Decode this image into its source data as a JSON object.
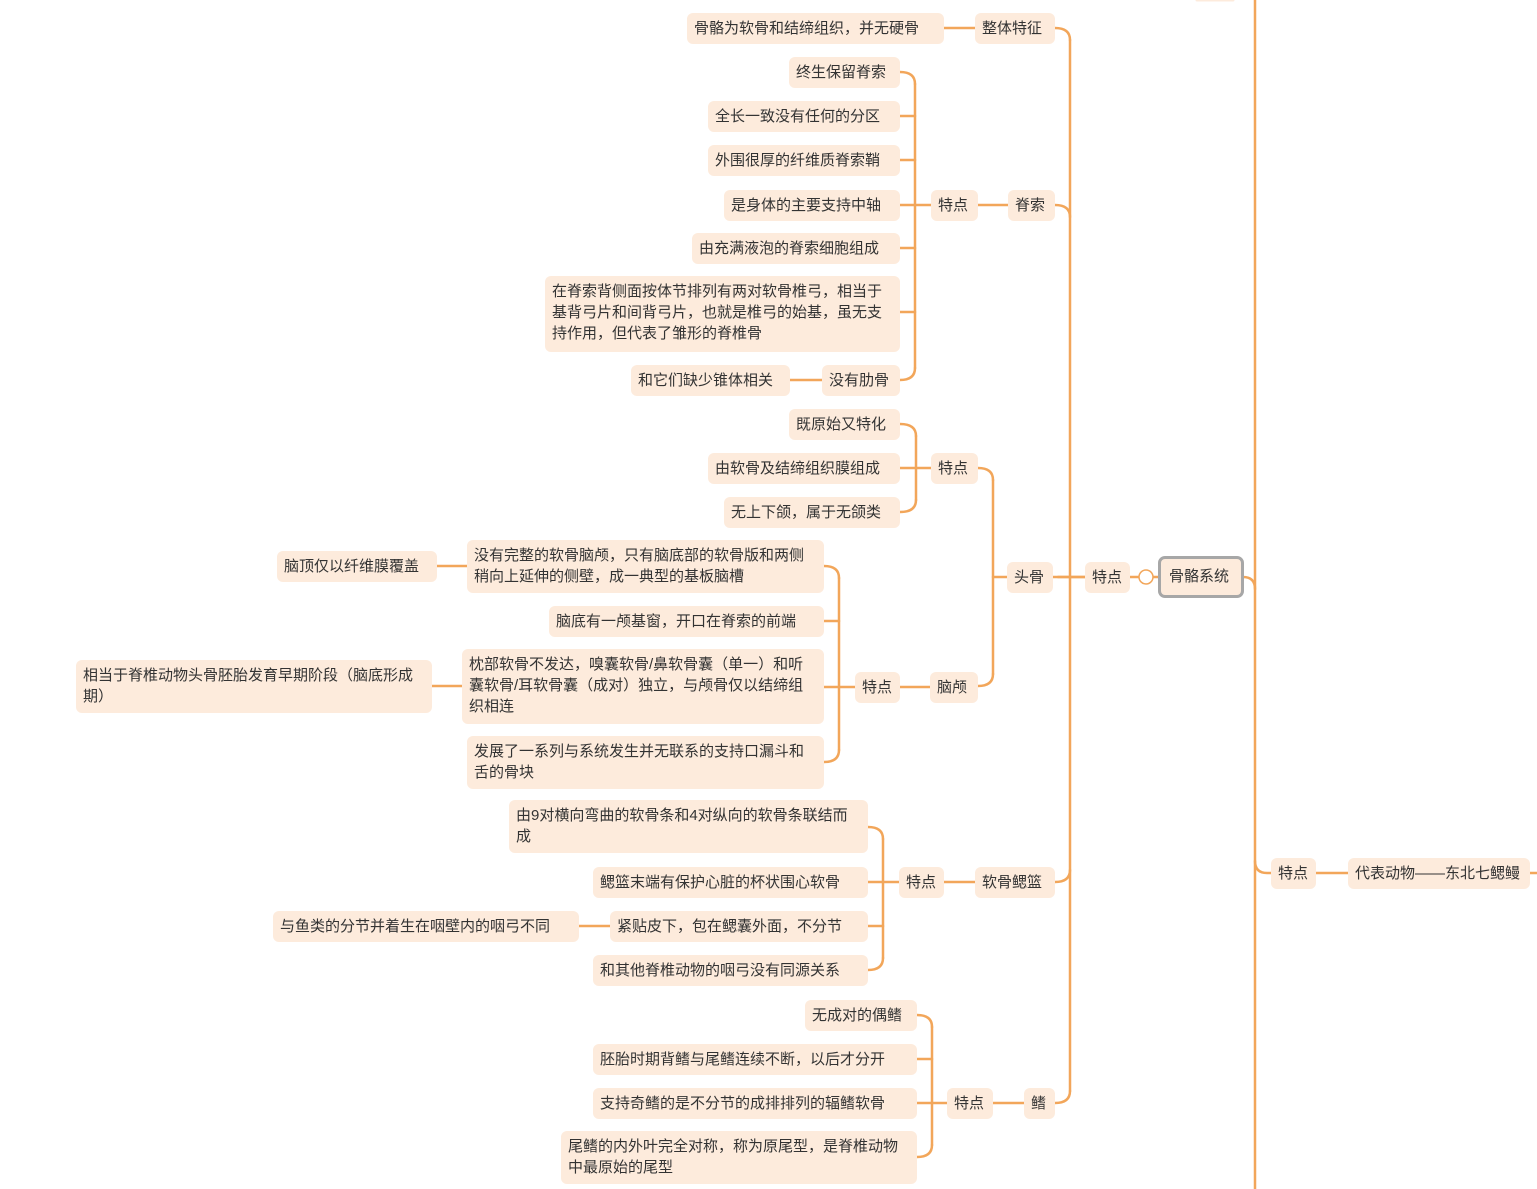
{
  "mindmap": {
    "root": "骨骼系统",
    "main_branch_label": "特点",
    "overall": {
      "label": "整体特征",
      "text": "骨骼为软骨和结缔组织，并无硬骨"
    },
    "notochord": {
      "label": "脊索",
      "feature_label": "特点",
      "items": [
        "终生保留脊索",
        "全长一致没有任何的分区",
        "外围很厚的纤维质脊索鞘",
        "是身体的主要支持中轴",
        "由充满液泡的脊索细胞组成",
        "在脊索背侧面按体节排列有两对软骨椎弓，相当于基背弓片和间背弓片，也就是椎弓的始基，虽无支持作用，但代表了雏形的脊椎骨"
      ],
      "no_ribs": {
        "label": "没有肋骨",
        "detail": "和它们缺少锥体相关"
      }
    },
    "skull": {
      "label": "头骨",
      "feature_label": "特点",
      "features": [
        "既原始又特化",
        "由软骨及结缔组织膜组成",
        "无上下颌，属于无颌类"
      ],
      "cranium": {
        "label": "脑颅",
        "feature_label": "特点",
        "items": [
          "没有完整的软骨脑颅，只有脑底部的软骨版和两侧稍向上延伸的侧壁，成一典型的基板脑槽",
          "脑底有一颅基窗，开口在脊索的前端",
          "枕部软骨不发达，嗅囊软骨/鼻软骨囊（单一）和听囊软骨/耳软骨囊（成对）独立，与颅骨仅以结缔组织相连",
          "发展了一系列与系统发生并无联系的支持口漏斗和舌的骨块"
        ],
        "item1_note": "脑顶仅以纤维膜覆盖",
        "item3_note": "相当于脊椎动物头骨胚胎发育早期阶段（脑底形成期）"
      }
    },
    "gill": {
      "label": "软骨鳃篮",
      "feature_label": "特点",
      "items": [
        "由9对横向弯曲的软骨条和4对纵向的软骨条联结而成",
        "鳃篮末端有保护心脏的杯状围心软骨",
        "紧贴皮下，包在鳃囊外面，不分节",
        "和其他脊椎动物的咽弓没有同源关系"
      ],
      "item3_note": "与鱼类的分节并着生在咽壁内的咽弓不同"
    },
    "fin": {
      "label": "鳍",
      "feature_label": "特点",
      "items": [
        "无成对的偶鳍",
        "胚胎时期背鳍与尾鳍连续不断，以后才分开",
        "支持奇鳍的是不分节的成排排列的辐鳍软骨",
        "尾鳍的内外叶完全对称，称为原尾型，是脊椎动物中最原始的尾型"
      ]
    },
    "right": {
      "label": "特点",
      "text": "代表动物——东北七鳃鳗"
    }
  },
  "colors": {
    "line": "#f2a65a",
    "node_fill": "#fdebdc",
    "root_border": "#a7a7a7",
    "text": "#333333"
  }
}
